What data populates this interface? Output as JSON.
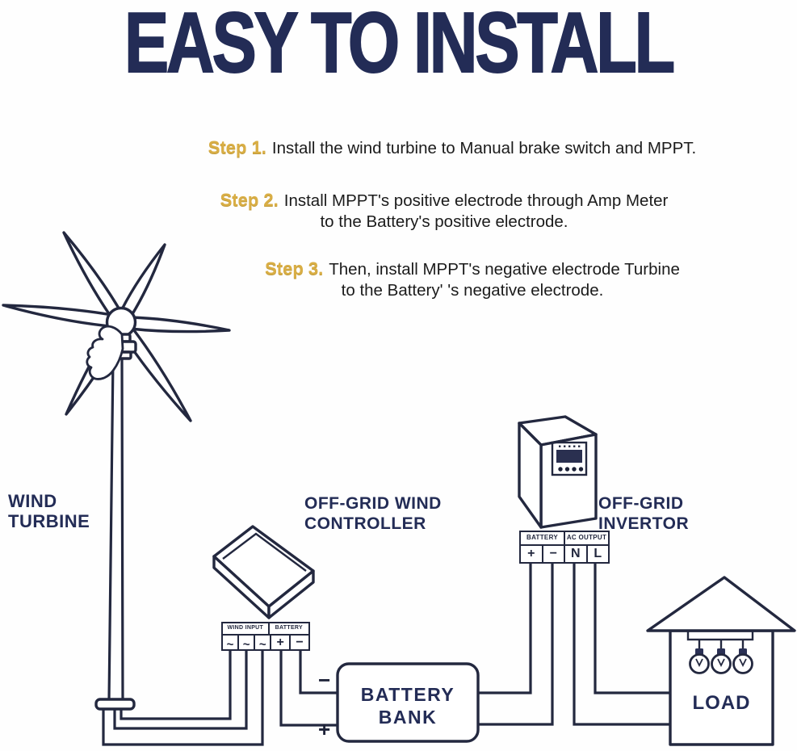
{
  "title": "EASY TO INSTALL",
  "steps": [
    {
      "label": "Step 1.",
      "line1": "Install the wind turbine to Manual brake switch and MPPT."
    },
    {
      "label": "Step 2.",
      "line1": "Install MPPT's positive electrode through Amp Meter",
      "line2": "to the Battery's positive electrode."
    },
    {
      "label": "Step 3.",
      "line1": "Then, install MPPT's negative electrode Turbine",
      "line2": "to the Battery' 's negative electrode."
    }
  ],
  "diagram": {
    "wind_turbine_label": {
      "line1": "WIND",
      "line2": "TURBINE"
    },
    "controller_label": {
      "line1": "OFF-GRID WIND",
      "line2": "CONTROLLER"
    },
    "inverter_label": {
      "line1": "OFF-GRID",
      "line2": "INVERTOR"
    },
    "battery_bank_label": {
      "line1": "BATTERY",
      "line2": "BANK"
    },
    "load_label": "LOAD",
    "controller_terminals": {
      "headers": {
        "wind_input": "WIND INPUT",
        "battery": "BATTERY"
      },
      "cells": {
        "ac1": "~",
        "ac2": "~",
        "ac3": "~",
        "plus": "+",
        "minus": "−"
      }
    },
    "inverter_terminals": {
      "headers": {
        "battery": "BATTERY",
        "ac_output": "AC OUTPUT"
      },
      "cells": {
        "plus": "+",
        "minus": "−",
        "n": "N",
        "l": "L"
      }
    },
    "wire_labels": {
      "battery_minus": "−",
      "battery_plus": "+"
    }
  },
  "colors": {
    "navy": "#232c56",
    "line": "#23283f",
    "gold": "#d9ae45",
    "body_text": "#1b1b1b"
  }
}
